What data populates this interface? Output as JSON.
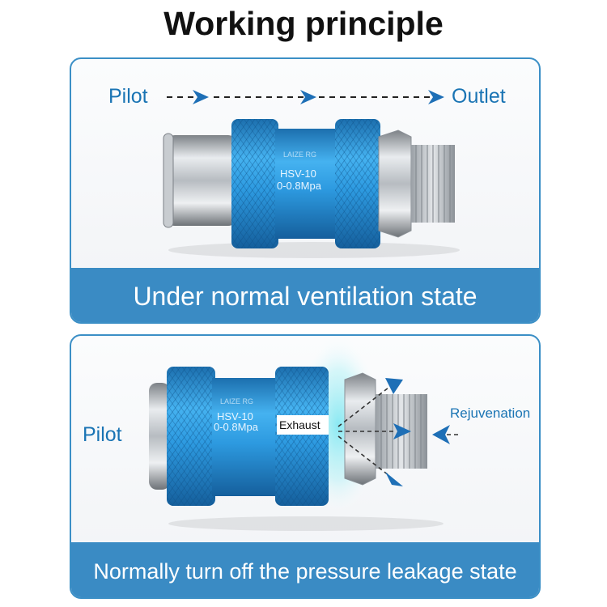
{
  "title": "Working principle",
  "panel1": {
    "pilot_label": "Pilot",
    "outlet_label": "Outlet",
    "model": "HSV-10",
    "pressure": "0-0.8Mpa",
    "brand": "LAIZE RG",
    "caption": "Under normal ventilation state"
  },
  "panel2": {
    "pilot_label": "Pilot",
    "exhaust_label": "Exhaust",
    "rejuvenation_label": "Rejuvenation",
    "model": "HSV-10",
    "pressure": "0-0.8Mpa",
    "brand": "LAIZE RG",
    "caption": "Normally turn off the pressure leakage state"
  },
  "colors": {
    "accent_blue": "#3a8bc4",
    "label_blue": "#1a74b4",
    "arrow_blue": "#1e6fb6",
    "valve_blue": "#2a9be0"
  }
}
